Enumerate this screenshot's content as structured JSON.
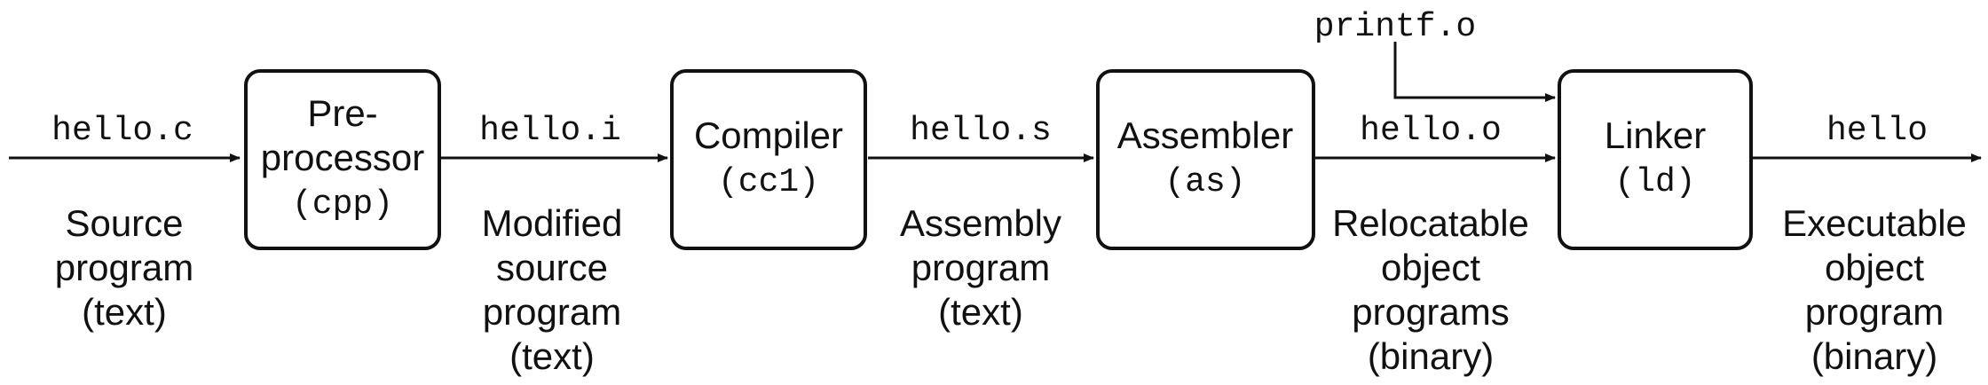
{
  "stages": [
    {
      "title": [
        "Pre-",
        "processor"
      ],
      "tool": "(cpp)"
    },
    {
      "title": [
        "Compiler"
      ],
      "tool": "(cc1)"
    },
    {
      "title": [
        "Assembler"
      ],
      "tool": "(as)"
    },
    {
      "title": [
        "Linker"
      ],
      "tool": "(ld)"
    }
  ],
  "files": [
    {
      "name": "hello.c",
      "desc": [
        "Source",
        "program",
        "(text)"
      ]
    },
    {
      "name": "hello.i",
      "desc": [
        "Modified",
        "source",
        "program",
        "(text)"
      ]
    },
    {
      "name": "hello.s",
      "desc": [
        "Assembly",
        "program",
        "(text)"
      ]
    },
    {
      "name": "hello.o",
      "desc": [
        "Relocatable",
        "object",
        "programs",
        "(binary)"
      ]
    },
    {
      "name": "hello",
      "desc": [
        "Executable",
        "object",
        "program",
        "(binary)"
      ]
    }
  ],
  "extra_input": "printf.o"
}
